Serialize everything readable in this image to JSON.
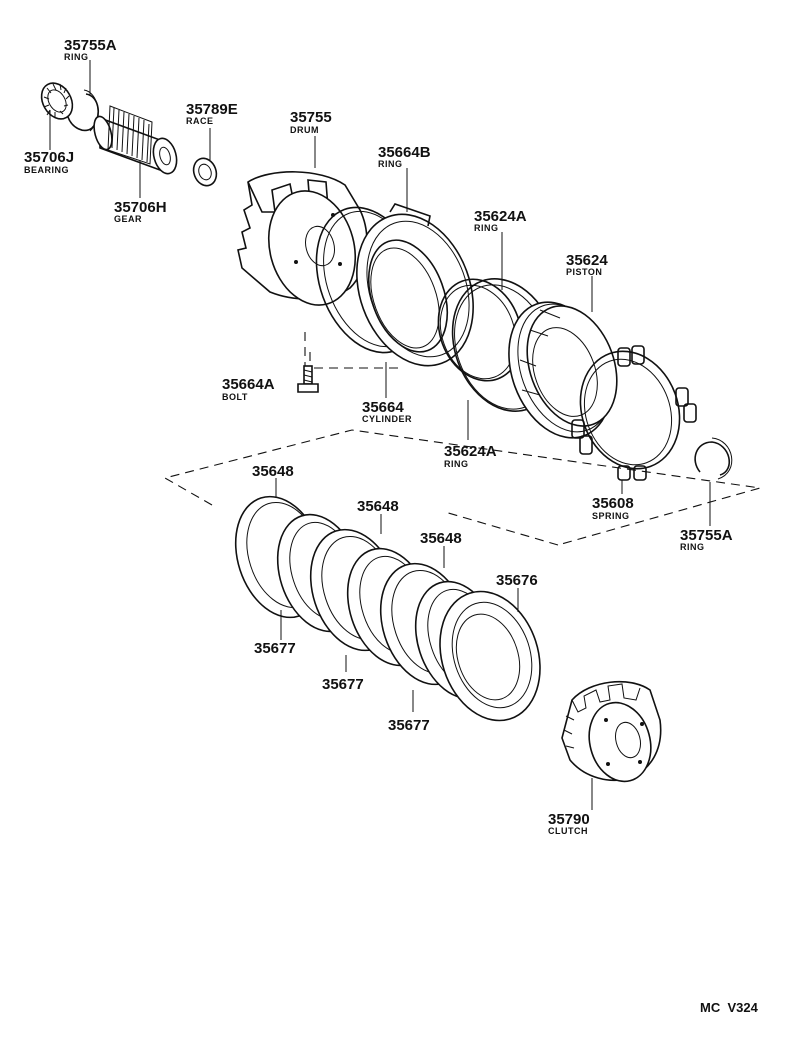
{
  "diagram": {
    "code": "MC  V324",
    "parts": [
      {
        "id": "35755A_top",
        "number": "35755A",
        "name": "RING"
      },
      {
        "id": "35706J",
        "number": "35706J",
        "name": "BEARING"
      },
      {
        "id": "35706H",
        "number": "35706H",
        "name": "GEAR"
      },
      {
        "id": "35789E",
        "number": "35789E",
        "name": "RACE"
      },
      {
        "id": "35755",
        "number": "35755",
        "name": "DRUM"
      },
      {
        "id": "35664B",
        "number": "35664B",
        "name": "RING"
      },
      {
        "id": "35624A_top",
        "number": "35624A",
        "name": "RING"
      },
      {
        "id": "35624",
        "number": "35624",
        "name": "PISTON"
      },
      {
        "id": "35664A",
        "number": "35664A",
        "name": "BOLT"
      },
      {
        "id": "35664",
        "number": "35664",
        "name": "CYLINDER"
      },
      {
        "id": "35624A_bot",
        "number": "35624A",
        "name": "RING"
      },
      {
        "id": "35608",
        "number": "35608",
        "name": "SPRING"
      },
      {
        "id": "35755A_bot",
        "number": "35755A",
        "name": "RING"
      },
      {
        "id": "35648_a",
        "number": "35648",
        "name": ""
      },
      {
        "id": "35648_b",
        "number": "35648",
        "name": ""
      },
      {
        "id": "35648_c",
        "number": "35648",
        "name": ""
      },
      {
        "id": "35676",
        "number": "35676",
        "name": ""
      },
      {
        "id": "35677_a",
        "number": "35677",
        "name": ""
      },
      {
        "id": "35677_b",
        "number": "35677",
        "name": ""
      },
      {
        "id": "35677_c",
        "number": "35677",
        "name": ""
      },
      {
        "id": "35790",
        "number": "35790",
        "name": "CLUTCH"
      }
    ]
  }
}
